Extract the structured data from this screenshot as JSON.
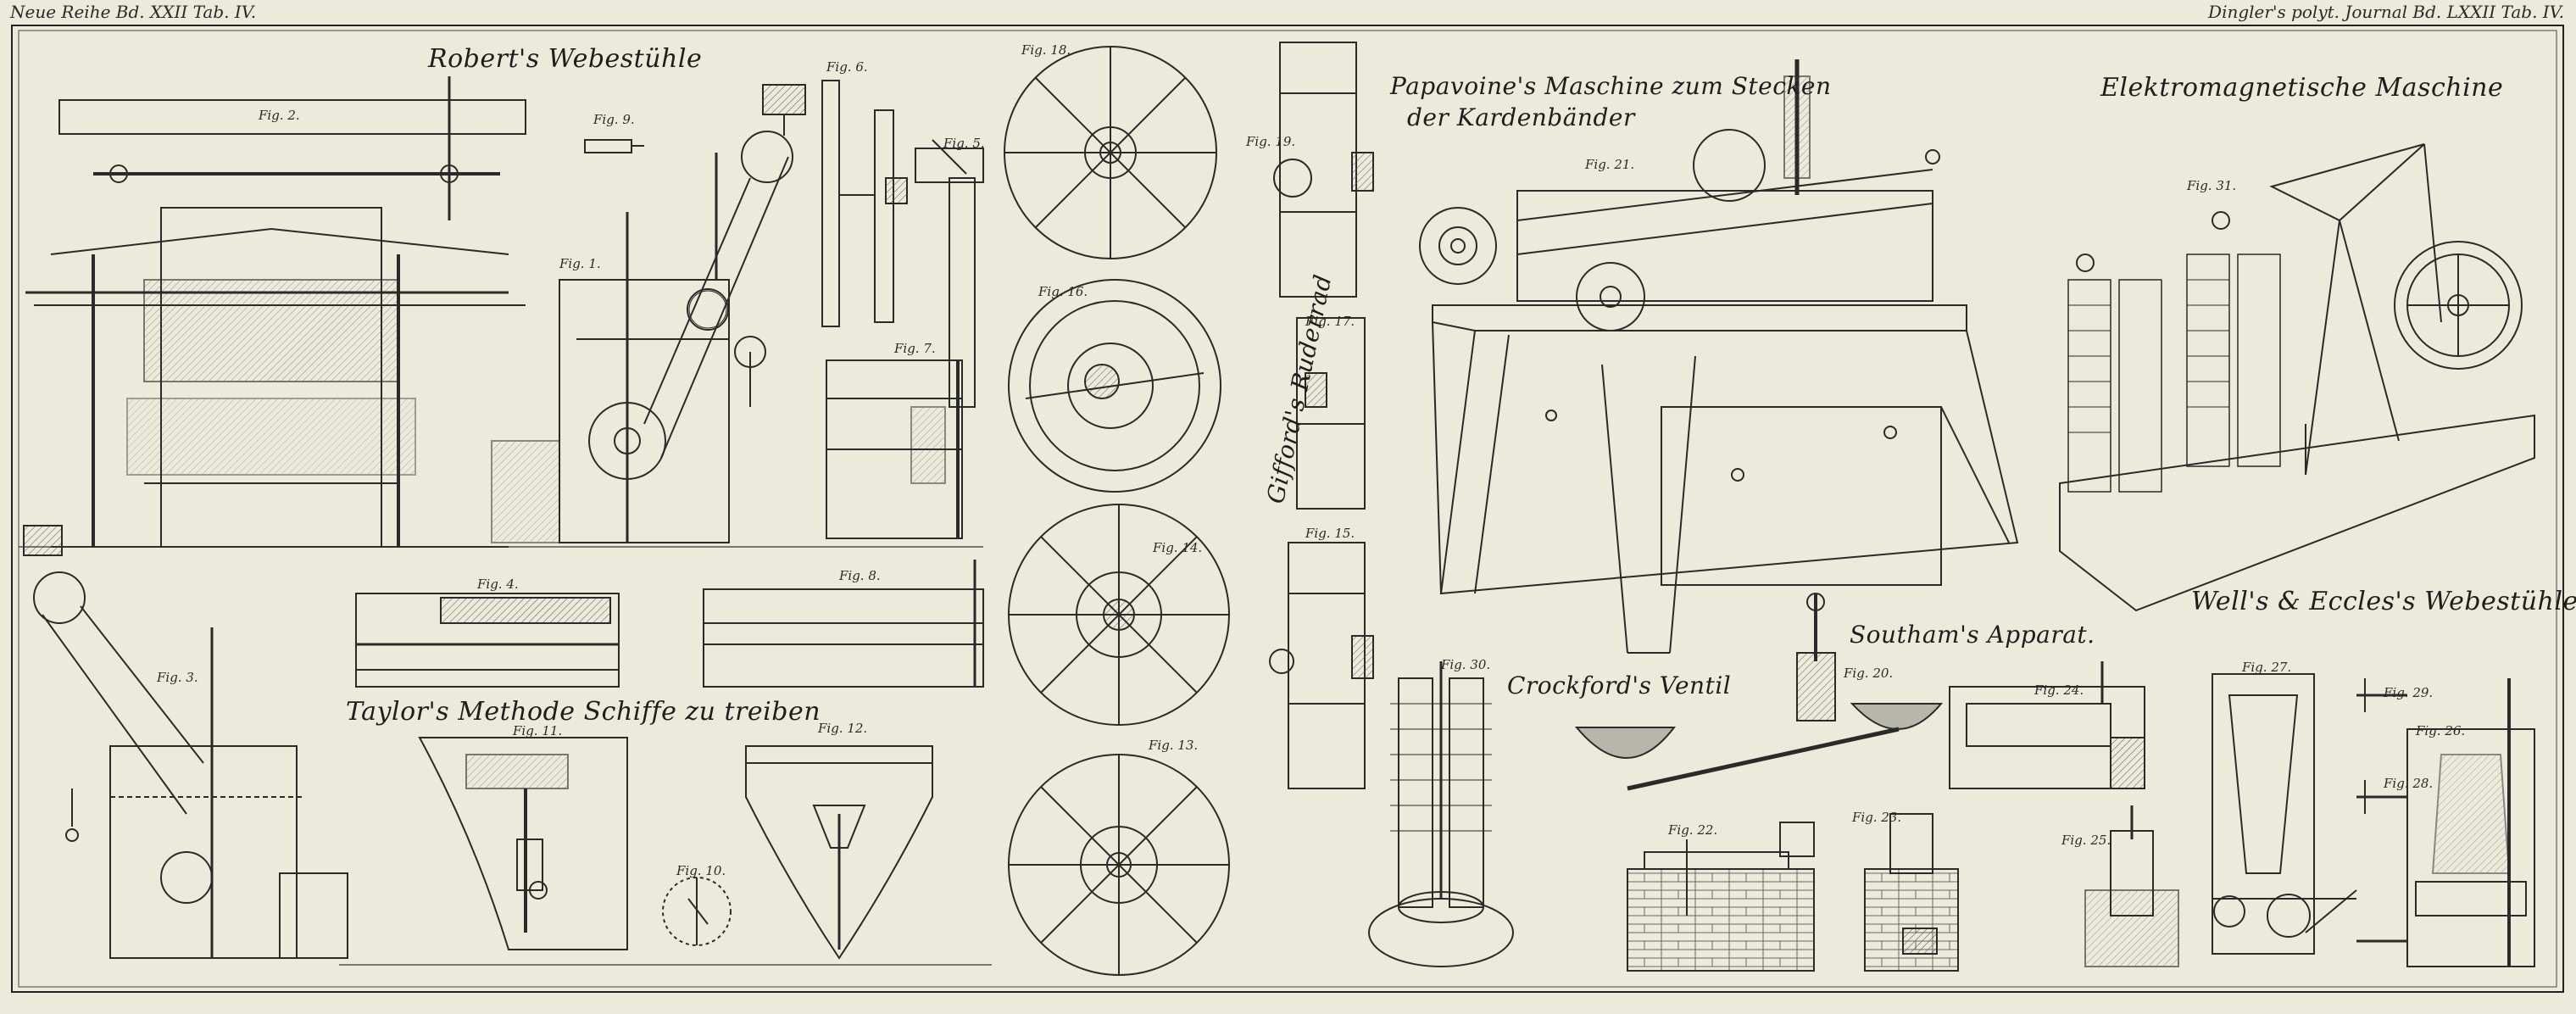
{
  "header": {
    "left": "Neue Reihe Bd. XXII Tab. IV.",
    "right": "Dingler's polyt. Journal Bd. LXXII Tab. IV."
  },
  "titles": {
    "roberts": "Robert's Webestühle",
    "papavoine_1": "Papavoine's Maschine zum Stecken",
    "papavoine_2": "der Kardenbänder",
    "elektro": "Elektromagnetische Maschine",
    "gifford": "Gifford's Ruderrad",
    "wells": "Well's & Eccles's Webestühle",
    "southam": "Southam's Apparat.",
    "crockford": "Crockford's Ventil",
    "taylor": "Taylor's Methode Schiffe zu treiben"
  },
  "figs": {
    "1": "Fig. 1.",
    "2": "Fig. 2.",
    "3": "Fig. 3.",
    "4": "Fig. 4.",
    "5": "Fig. 5.",
    "6": "Fig. 6.",
    "7": "Fig. 7.",
    "8": "Fig. 8.",
    "9": "Fig. 9.",
    "10": "Fig. 10.",
    "11": "Fig. 11.",
    "12": "Fig. 12.",
    "13": "Fig. 13.",
    "14": "Fig. 14.",
    "15": "Fig. 15.",
    "16": "Fig. 16.",
    "17": "Fig. 17.",
    "18": "Fig. 18.",
    "19": "Fig. 19.",
    "20": "Fig. 20.",
    "21": "Fig. 21.",
    "22": "Fig. 22.",
    "23": "Fig. 23.",
    "24": "Fig. 24.",
    "25": "Fig. 25.",
    "26": "Fig. 26.",
    "27": "Fig. 27.",
    "28": "Fig. 28.",
    "29": "Fig. 29.",
    "30": "Fig. 30.",
    "31": "Fig. 31."
  }
}
